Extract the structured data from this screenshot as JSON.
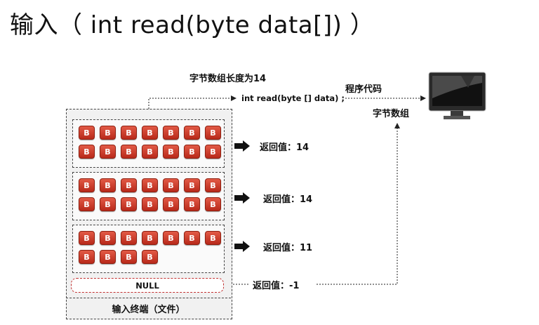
{
  "title": "输入（ int read(byte data[]) ）",
  "labels": {
    "byte_length": "字节数组长度为14",
    "program_code": "程序代码",
    "code_line": "int read(byte [] data) ;",
    "byte_array": "字节数组",
    "device": "输入终端（文件）"
  },
  "groups": [
    {
      "blocks": [
        "B",
        "B",
        "B",
        "B",
        "B",
        "B",
        "B",
        "B",
        "B",
        "B",
        "B",
        "B",
        "B",
        "B"
      ],
      "return_text": "返回值：14"
    },
    {
      "blocks": [
        "B",
        "B",
        "B",
        "B",
        "B",
        "B",
        "B",
        "B",
        "B",
        "B",
        "B",
        "B",
        "B",
        "B"
      ],
      "return_text": "返回值：14"
    },
    {
      "blocks": [
        "B",
        "B",
        "B",
        "B",
        "B",
        "B",
        "B",
        "B",
        "B",
        "B",
        "B"
      ],
      "return_text": "返回值：11"
    }
  ],
  "null_block": {
    "label": "NULL",
    "return_text": "返回值：-1"
  },
  "colors": {
    "block_fill": "#c9382a",
    "null_border": "#c03030"
  },
  "icons": {
    "computer": "computer-monitor-icon",
    "arrow": "right-arrow-icon"
  }
}
